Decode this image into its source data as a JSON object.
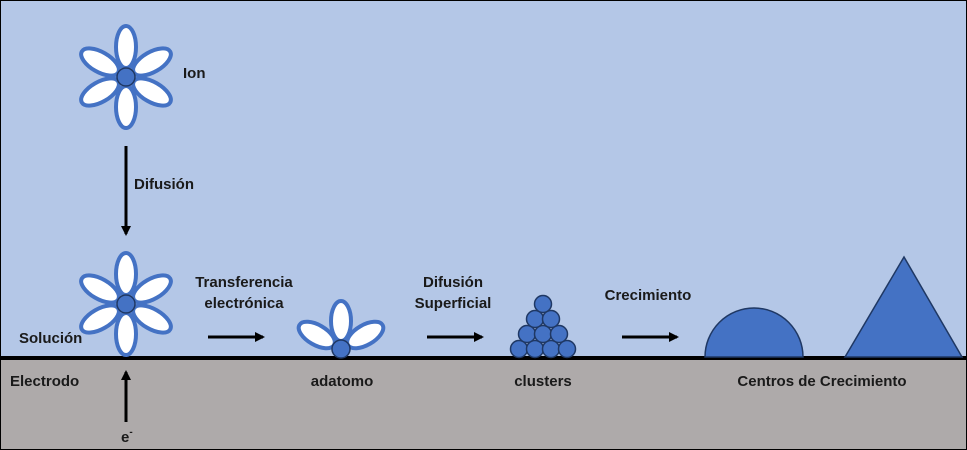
{
  "colors": {
    "solution": "#b4c7e7",
    "electrode": "#aeaaaa",
    "petal_fill": "#ffffff",
    "petal_stroke": "#4472c4",
    "atom_fill": "#4472c4",
    "atom_stroke": "#1f3864",
    "shape_fill": "#4472c4",
    "shape_stroke": "#1f3864",
    "line": "#000000"
  },
  "labels": {
    "ion": "Ion",
    "difusion": "Difusión",
    "solucion": "Solución",
    "electrodo": "Electrodo",
    "electron": "e",
    "electron_sup": "-",
    "transferencia_1": "Transferencia",
    "transferencia_2": "electrónica",
    "adatomo": "adatomo",
    "difusion_sup_1": "Difusión",
    "difusion_sup_2": "Superficial",
    "clusters": "clusters",
    "crecimiento": "Crecimiento",
    "centros": "Centros de Crecimiento"
  }
}
